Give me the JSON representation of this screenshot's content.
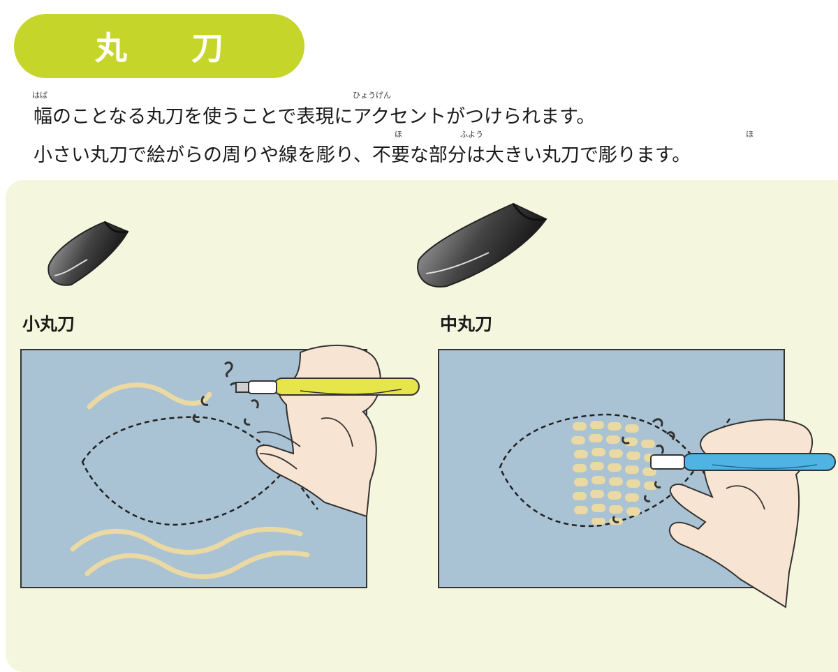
{
  "title": "丸 刀",
  "intro": {
    "line1": "幅のことなる丸刀を使うことで表現にアクセントがつけられます。",
    "line2": "小さい丸刀で絵がらの周りや線を彫り、不要な部分は大きい丸刀で彫ります。",
    "ruby": {
      "haba": "はば",
      "hyougen": "ひょうげん",
      "ho1": "ほ",
      "fuyou": "ふよう",
      "ho2": "ほ"
    }
  },
  "tools": [
    {
      "label": "小丸刀",
      "handle_color": "#e6e54a"
    },
    {
      "label": "中丸刀",
      "handle_color": "#4fb3e4"
    }
  ],
  "colors": {
    "accent": "#c5d52a",
    "panel": "#f4f6dd",
    "board": "#a9c2d4",
    "carved": "#ead9a3"
  }
}
